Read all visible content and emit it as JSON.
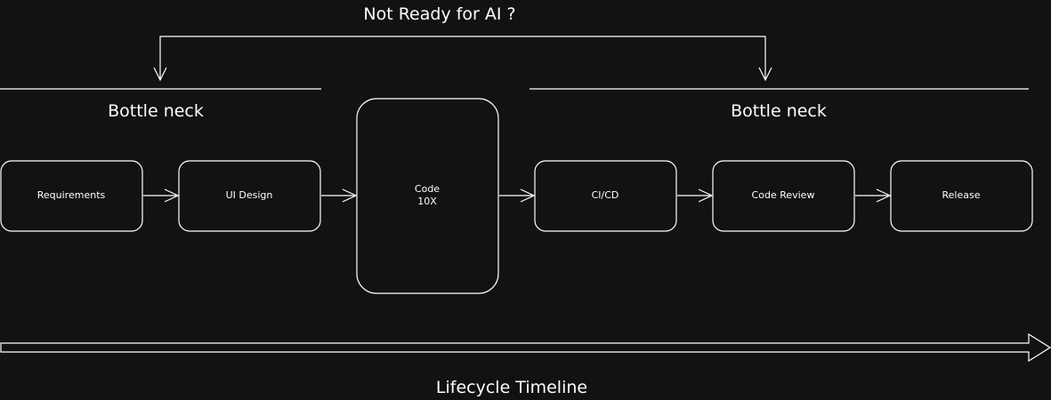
{
  "title": "Not Ready for AI ?",
  "bottleneck_left": "Bottle neck",
  "bottleneck_right": "Bottle neck",
  "steps": [
    {
      "label": "Requirements"
    },
    {
      "label": "UI Design"
    },
    {
      "label": "Code",
      "sublabel": "10X"
    },
    {
      "label": "CI/CD"
    },
    {
      "label": "Code Review"
    },
    {
      "label": "Release"
    }
  ],
  "timeline_label": "Lifecycle Timeline",
  "colors": {
    "background": "#121212",
    "stroke": "#ffffff"
  }
}
